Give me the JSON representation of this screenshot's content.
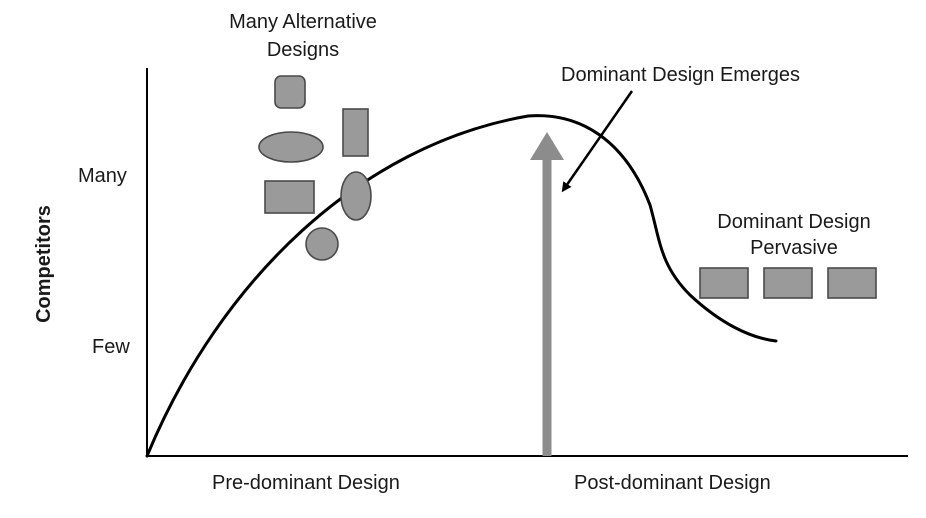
{
  "axis": {
    "y_label": "Competitors",
    "y_ticks": {
      "many": "Many",
      "few": "Few"
    },
    "x_regions": {
      "pre": "Pre-dominant Design",
      "post": "Post-dominant Design"
    }
  },
  "annotations": {
    "alternatives_line1": "Many Alternative",
    "alternatives_line2": "Designs",
    "emerges": "Dominant Design Emerges",
    "pervasive_line1": "Dominant Design",
    "pervasive_line2": "Pervasive"
  },
  "colors": {
    "curve": "#000000",
    "shape_fill": "#9a9a9a",
    "shape_stroke": "#4a4a4a",
    "emergence_arrow": "#8c8c8c"
  }
}
